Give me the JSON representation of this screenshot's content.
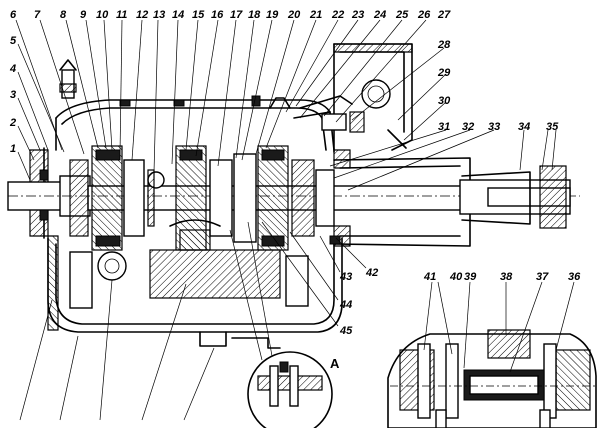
{
  "figure": {
    "view_label": "А",
    "callouts_top": [
      "6",
      "7",
      "8",
      "9",
      "10",
      "11",
      "12",
      "13",
      "14",
      "15",
      "16",
      "17",
      "18",
      "19",
      "20",
      "21",
      "22",
      "23",
      "24",
      "25",
      "26",
      "27",
      "28",
      "29",
      "30",
      "31",
      "32",
      "33",
      "34",
      "35"
    ],
    "callouts_left": [
      "5",
      "4",
      "3",
      "2",
      "1"
    ],
    "callouts_right": [
      "43",
      "42",
      "44",
      "45"
    ],
    "callouts_detail": [
      "41",
      "40",
      "39",
      "38",
      "37",
      "36"
    ]
  }
}
